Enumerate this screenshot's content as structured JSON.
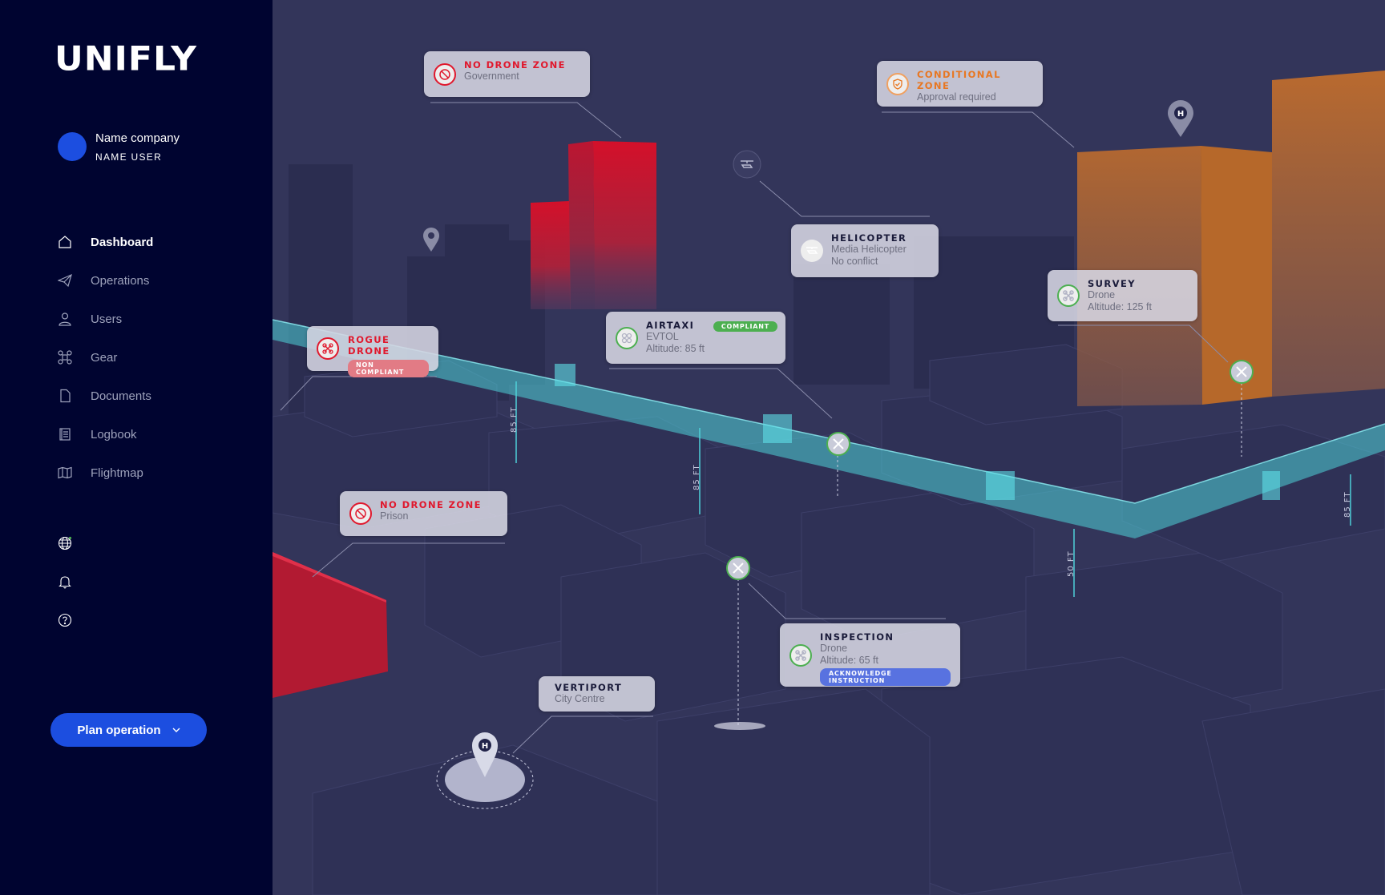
{
  "brand": {
    "logo": "UNIFLY"
  },
  "profile": {
    "company": "Name company",
    "user": "NAME USER"
  },
  "nav": [
    {
      "label": "Dashboard",
      "icon": "home-icon",
      "active": true
    },
    {
      "label": "Operations",
      "icon": "paper-plane-icon"
    },
    {
      "label": "Users",
      "icon": "user-icon"
    },
    {
      "label": "Gear",
      "icon": "drone-icon"
    },
    {
      "label": "Documents",
      "icon": "document-icon"
    },
    {
      "label": "Logbook",
      "icon": "logbook-icon"
    },
    {
      "label": "Flightmap",
      "icon": "map-icon"
    }
  ],
  "utilities": [
    "globe-icon",
    "bell-icon",
    "help-icon"
  ],
  "plan_button": {
    "label": "Plan operation"
  },
  "colors": {
    "sidebar": "#000430",
    "accent": "#1c4ee0",
    "map_bg": "#33355a",
    "no_drone": "#e0182d",
    "conditional": "#e87722",
    "corridor": "#4fd1d9",
    "compliant": "#4caf50"
  },
  "map": {
    "cards": {
      "ndz_gov": {
        "title": "NO DRONE ZONE",
        "sub": "Government"
      },
      "conditional": {
        "title": "CONDITIONAL ZONE",
        "sub": "Approval required"
      },
      "helicopter": {
        "title": "HELICOPTER",
        "sub1": "Media Helicopter",
        "sub2": "No conflict"
      },
      "survey": {
        "title": "SURVEY",
        "sub1": "Drone",
        "sub2": "Altitude: 125 ft"
      },
      "airtaxi": {
        "title": "AIRTAXI",
        "badge": "COMPLIANT",
        "sub1": "EVTOL",
        "sub2": "Altitude: 85 ft"
      },
      "rogue": {
        "title": "ROGUE DRONE",
        "badge": "NON COMPLIANT"
      },
      "ndz_prison": {
        "title": "NO DRONE ZONE",
        "sub": "Prison"
      },
      "inspection": {
        "title": "INSPECTION",
        "sub1": "Drone",
        "sub2": "Altitude: 65 ft",
        "action": "ACKNOWLEDGE INSTRUCTION"
      },
      "vertiport": {
        "title": "VERTIPORT",
        "sub": "City Centre"
      }
    },
    "altitudes": [
      "85 FT",
      "85 FT",
      "50 FT",
      "85 FT"
    ],
    "heliport_marker": "H"
  }
}
